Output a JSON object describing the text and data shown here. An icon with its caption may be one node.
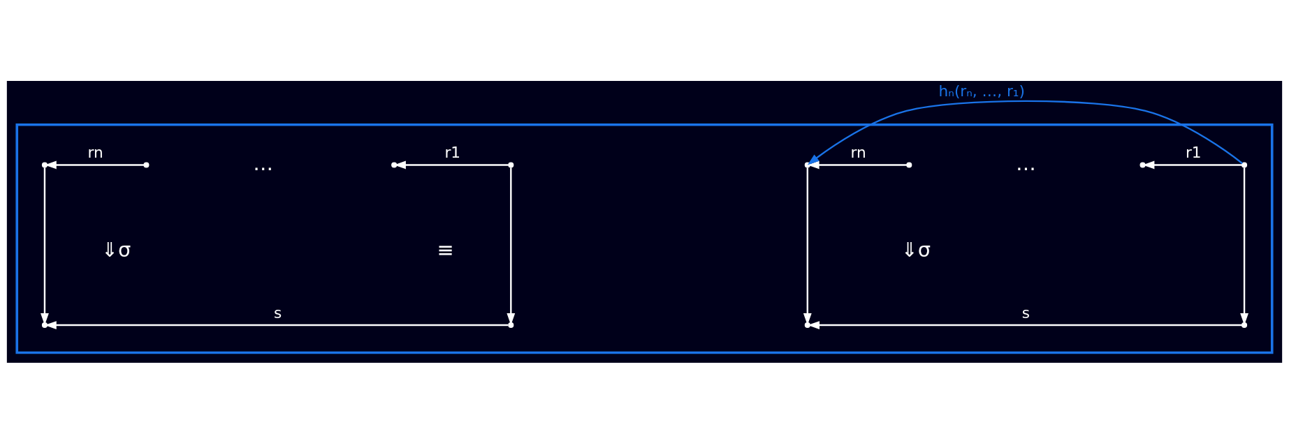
{
  "diagram": {
    "nodes": [
      {
        "text": [],
        "shape": "box"
      },
      {
        "text": [],
        "shape": "circle",
        "in": 0
      },
      {
        "text": [],
        "shape": "circle",
        "in": 0
      },
      {
        "text": [],
        "shape": "circle",
        "in": 0
      },
      {
        "text": [],
        "shape": "circle",
        "in": 0
      },
      {
        "text": [],
        "shape": "circle",
        "in": 0
      },
      {
        "text": [],
        "shape": "circle",
        "in": 0
      },
      {
        "text": [],
        "shape": "circle",
        "in": 0
      },
      {
        "text": [],
        "shape": "circle",
        "in": 0
      },
      {
        "text": [],
        "shape": "circle",
        "in": 0
      },
      {
        "text": [],
        "shape": "circle",
        "in": 0
      },
      {
        "text": [],
        "shape": "circle",
        "in": 0
      },
      {
        "text": [],
        "shape": "circle",
        "in": 0
      }
    ],
    "edges": [
      {
        "from": 2,
        "to": 1,
        "arrow": "to",
        "label": "rn"
      },
      {
        "from": 4,
        "to": 3,
        "arrow": "to",
        "label": "r1"
      },
      {
        "from": 1,
        "to": 5,
        "arrow": "to"
      },
      {
        "from": 4,
        "to": 6,
        "arrow": "to"
      },
      {
        "from": 6,
        "to": 5,
        "arrow": "to",
        "label": "s"
      },
      {
        "from": 8,
        "to": 7,
        "arrow": "to",
        "label": "rn"
      },
      {
        "from": 10,
        "to": 9,
        "arrow": "to",
        "label": "r1"
      },
      {
        "from": 10,
        "to": 7,
        "arrow": "to",
        "label": "hₙ(rₙ, …, r₁)",
        "color": "#1a73e8"
      },
      {
        "from": 7,
        "to": 11,
        "arrow": "to"
      },
      {
        "from": 10,
        "to": 12,
        "arrow": "to"
      },
      {
        "from": 12,
        "to": 11,
        "arrow": "to",
        "label": "s"
      }
    ],
    "labels": [
      "…",
      "⇓σ",
      "≡",
      "…",
      "⇓σ"
    ]
  }
}
